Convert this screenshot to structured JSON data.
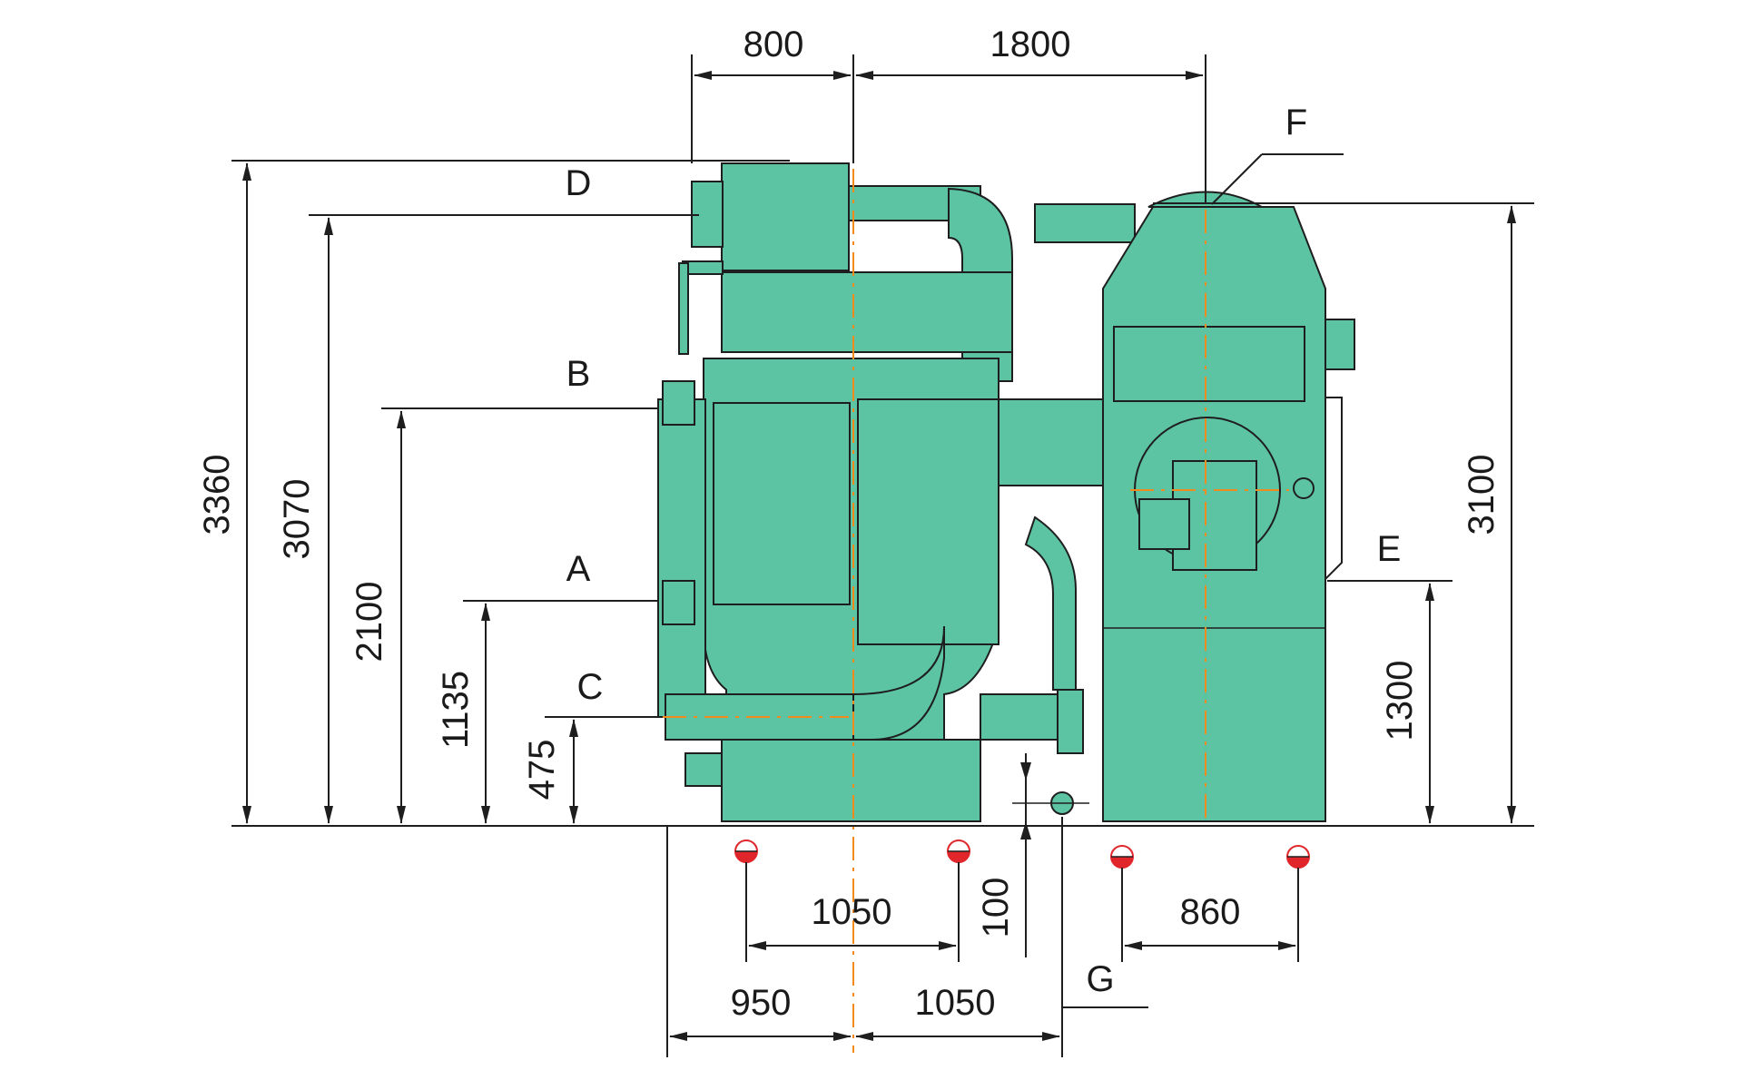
{
  "colors": {
    "equipment": "#5cc4a2",
    "outline": "#1e1e1e",
    "centerline": "#f28a1e",
    "marker_red": "#e0262a"
  },
  "dimensions": {
    "top_800": "800",
    "top_1800": "1800",
    "left_3360": "3360",
    "left_3070": "3070",
    "left_2100": "2100",
    "left_1135": "1135",
    "left_475": "475",
    "right_3100": "3100",
    "right_1300": "1300",
    "bottom_1050_upper": "1050",
    "bottom_100": "100",
    "bottom_860": "860",
    "bottom_950": "950",
    "bottom_1050_lower": "1050"
  },
  "labels": {
    "A": "A",
    "B": "B",
    "C": "C",
    "D": "D",
    "E": "E",
    "F": "F",
    "G": "G"
  }
}
